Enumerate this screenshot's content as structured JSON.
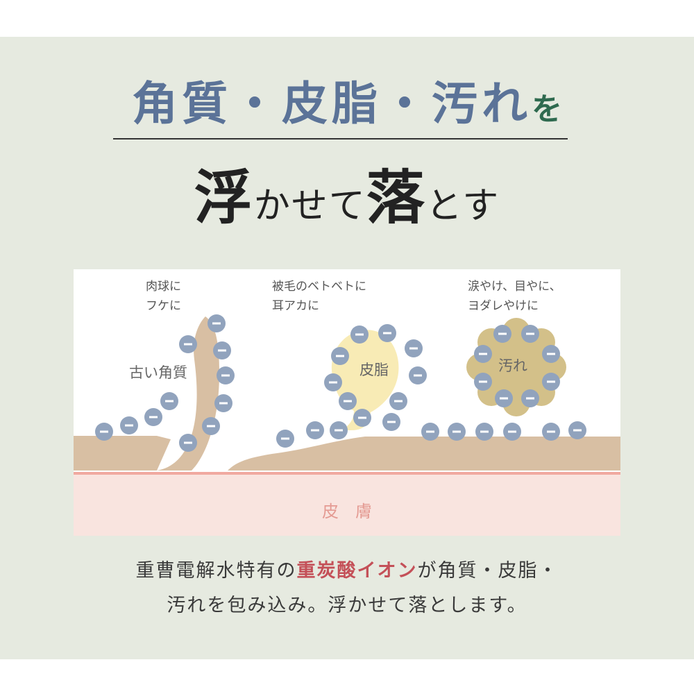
{
  "heading": {
    "line1_main": "角質・皮脂・汚れ",
    "line1_particle": "を",
    "line2_float": "浮",
    "line2_mid": "かせて",
    "line2_drop": "落",
    "line2_end": "とす"
  },
  "diagram": {
    "label_keratin_top1": "肉球に",
    "label_keratin_top2": "フケに",
    "label_sebum_top1": "被毛のベトベトに",
    "label_sebum_top2": "耳アカに",
    "label_dirt_top1": "涙やけ、目やに、",
    "label_dirt_top2": "ヨダレやけに",
    "keratin": "古い角質",
    "sebum": "皮脂",
    "dirt": "汚れ",
    "skin": "皮　膚",
    "ion_symbol": "−"
  },
  "caption": {
    "line1_prefix": "重曹電解水特有の",
    "line1_highlight": "重炭酸イオン",
    "line1_suffix": "が角質・皮脂・",
    "line2": "汚れを包み込み。浮かせて落とします。"
  },
  "colors": {
    "background": "#e6eae0",
    "heading_blue": "#5b7398",
    "particle_green": "#2f6a4f",
    "skin_tan": "#d8bfa3",
    "sebum_yellow": "#f8ebb5",
    "dirt_khaki": "#d3c089",
    "ion_blue": "#91a3bd",
    "skin_pink": "#f9e4df",
    "highlight_red": "#c45058"
  }
}
